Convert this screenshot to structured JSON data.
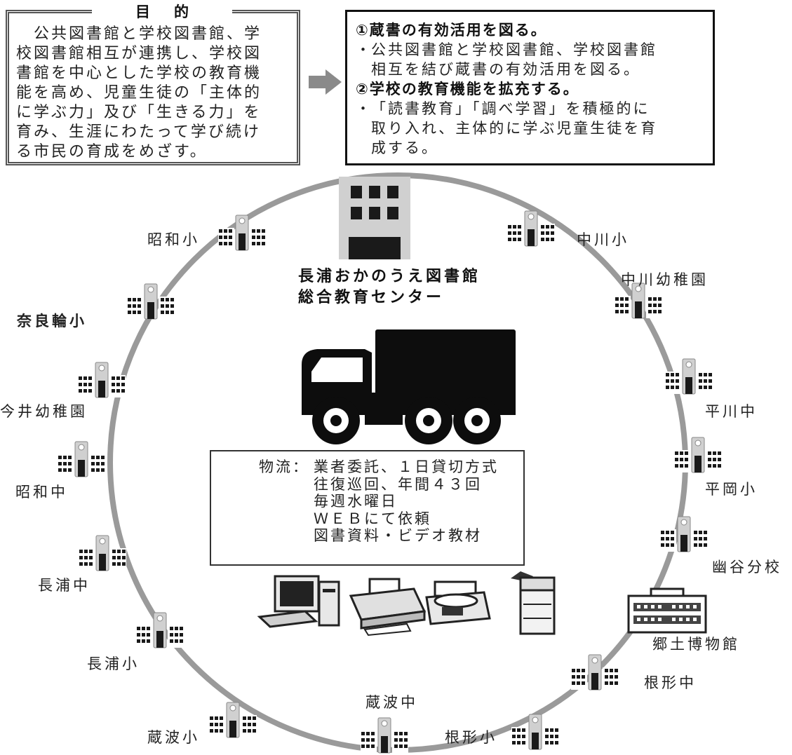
{
  "purpose": {
    "heading": "目的",
    "lines": [
      "　公共図書館と学校図書館、学",
      "校図書館相互が連携し、学校図",
      "書館を中心とした学校の教育機",
      "能を高め、児童生徒の「主体的",
      "に学ぶ力」及び「生きる力」を",
      "育み、生涯にわたって学び続け",
      "る市民の育成をめざす。"
    ]
  },
  "goals": [
    {
      "title": "①蔵書の有効活用を図る。",
      "bullet": "公共図書館と学校図書館、学校図書館相互を結び蔵書の有効活用を図る。",
      "bullet_lines": [
        "公共図書館と学校図書館、学校図書館",
        "相互を結び蔵書の有効活用を図る。"
      ]
    },
    {
      "title": "②学校の教育機能を拡充する。",
      "bullet_lines": [
        "「読書教育」「調べ学習」を積極的に",
        "取り入れ、主体的に学ぶ児童生徒を育",
        "成する。"
      ]
    }
  ],
  "bullet_mark": "・",
  "center": {
    "line1": "長浦おかのうえ図書館",
    "line2": "総合教育センター"
  },
  "logistics": {
    "prefix": "物流：",
    "lines": [
      "業者委託、１日貸切方式",
      "往復巡回、年間４３回",
      "毎週水曜日",
      "ＷＥＢにて依頼",
      "図書資料・ビデオ教材"
    ]
  },
  "facilities": [
    {
      "id": "showa-sho",
      "label": "昭和小"
    },
    {
      "id": "narawa-sho",
      "label": "奈良輪小"
    },
    {
      "id": "imai-yochien",
      "label": "今井幼稚園"
    },
    {
      "id": "showa-chu",
      "label": "昭和中"
    },
    {
      "id": "nagaura-chu",
      "label": "長浦中"
    },
    {
      "id": "nagaura-sho",
      "label": "長浦小"
    },
    {
      "id": "kurami-sho",
      "label": "蔵波小"
    },
    {
      "id": "kurami-chu",
      "label": "蔵波中"
    },
    {
      "id": "negata-sho",
      "label": "根形小"
    },
    {
      "id": "negata-chu",
      "label": "根形中"
    },
    {
      "id": "kyodo-hakubutsukan",
      "label": "郷土博物館"
    },
    {
      "id": "yuya-bunko",
      "label": "幽谷分校"
    },
    {
      "id": "hiraoka-sho",
      "label": "平岡小"
    },
    {
      "id": "hirakawa-chu",
      "label": "平川中"
    },
    {
      "id": "nakagawa-yochien",
      "label": "中川幼稚園"
    },
    {
      "id": "nakagawa-sho",
      "label": "中川小"
    }
  ],
  "colors": {
    "ring": "#9a9a9a",
    "building_dark": "#1a1a1a",
    "building_light": "#c8c8c8",
    "arrow": "#8a8a8a"
  }
}
